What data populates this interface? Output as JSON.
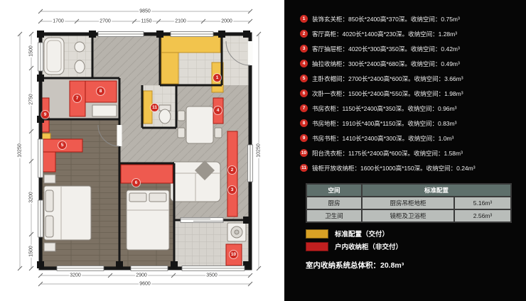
{
  "colors": {
    "marker_red": "#cf2a22",
    "cabinet_red": "#ee5a4f",
    "cabinet_yellow": "#f2c44d",
    "legend_yellow": "#d8a125",
    "legend_red": "#c01f1f",
    "panel_bg": "#060606",
    "table_header_bg": "#5e6f6b"
  },
  "plan": {
    "dims": {
      "top_total": "9850",
      "top_segments": [
        "1700",
        "2700",
        "1150",
        "2100",
        "2000"
      ],
      "left_total": "10250",
      "left_segments": [
        "1500",
        "2750",
        "3200",
        "1500"
      ],
      "right_total": "10250",
      "bottom_segments": [
        "3200",
        "2900",
        "3500"
      ],
      "bottom_total": "9600"
    },
    "markers": [
      "1",
      "2",
      "3",
      "4",
      "5",
      "6",
      "7",
      "8",
      "9",
      "10",
      "11"
    ]
  },
  "panel": {
    "items": [
      {
        "n": "1",
        "text": "装饰玄关柜：850长*2400高*370深。收纳空间：0.75m³"
      },
      {
        "n": "2",
        "text": "客厅高柜：4020长*1400高*230深。收纳空间：1.28m³"
      },
      {
        "n": "3",
        "text": "客厅抽屉柜：4020长*300高*350深。收纳空间：0.42m³"
      },
      {
        "n": "4",
        "text": "抽拉收纳柜：300长*2400高*680深。收纳空间：0.49m³"
      },
      {
        "n": "5",
        "text": "主卧衣帽间：2700长*2400高*600深。收纳空间：3.66m³"
      },
      {
        "n": "6",
        "text": "次卧一衣柜：1500长*2400高*550深。收纳空间：1.98m³"
      },
      {
        "n": "7",
        "text": "书房衣柜：1150长*2400高*350深。收纳空间：0.96m³"
      },
      {
        "n": "8",
        "text": "书房地柜：1910长*400高*1150深。收纳空间：0.83m³"
      },
      {
        "n": "9",
        "text": "书房书柜：1410长*2400高*300深。收纳空间：1.0m³"
      },
      {
        "n": "10",
        "text": "阳台洗衣柜：1175长*2400高*600深。收纳空间：1.58m³"
      },
      {
        "n": "11",
        "text": "镜柜开放收纳柜：1600长*1000高*150深。收纳空间：0.24m³"
      }
    ],
    "table": {
      "headers": [
        "空间",
        "标准配置"
      ],
      "rows": [
        {
          "space": "厨房",
          "config": "厨房吊柜地柜",
          "volume": "5.16m³"
        },
        {
          "space": "卫生间",
          "config": "镜柜及卫浴柜",
          "volume": "2.56m³"
        }
      ]
    },
    "legend": [
      {
        "label": "标准配置（交付）",
        "color": "#d8a125"
      },
      {
        "label": "户内收纳柜（非交付）",
        "color": "#c01f1f"
      }
    ],
    "total": "室内收纳系统总体积：20.8m³"
  }
}
